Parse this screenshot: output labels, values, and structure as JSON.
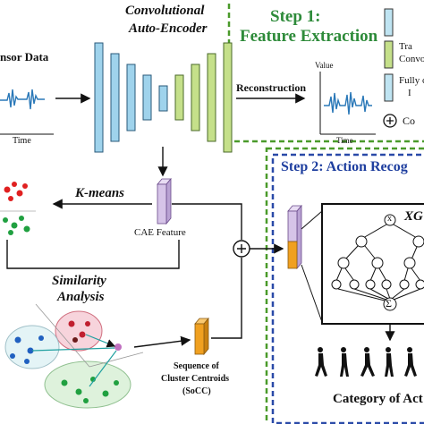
{
  "header": {
    "cae_title_line1": "Convolutional",
    "cae_title_line2": "Auto-Encoder",
    "step1_line1": "Step 1:",
    "step1_line2": "Feature Extraction",
    "step2_title": "Step 2: Action Recog"
  },
  "input": {
    "label": "nsor Data",
    "time_label": "Time"
  },
  "reconstruction": {
    "label": "Reconstruction",
    "value_label": "Value",
    "time_label": "Time"
  },
  "legend": {
    "items": [
      {
        "label": "",
        "color": "#bfe4f2"
      },
      {
        "label_line1": "Tra",
        "label_line2": "Convolu",
        "color": "#c5e08a"
      },
      {
        "label_line1": "Fully c",
        "label_line2": "I",
        "color": "#bfe4f2"
      },
      {
        "label": "Co",
        "symbol": "+"
      }
    ]
  },
  "middle": {
    "kmeans_label": "K-means",
    "cae_feature_label": "CAE Feature",
    "similarity_line1": "Similarity",
    "similarity_line2": "Analysis",
    "socc_line1": "Sequence of",
    "socc_line2": "Cluster Centroids",
    "socc_line3": "(SoCC)"
  },
  "xgb": {
    "label": "XG",
    "root_symbol": "x",
    "sum_symbol": "Σ"
  },
  "output": {
    "category_label": "Category of Act"
  },
  "colors": {
    "encoder_blue": "#9fd3ec",
    "decoder_green": "#c5e08a",
    "feature_purple": "#d6c4e8",
    "socc_orange": "#f0a020",
    "step1_border": "#4a9a2a",
    "step2_border": "#2a4aa8",
    "step1_text": "#2e8b3a",
    "step2_text": "#1f3f9f",
    "signal": "#2a78b8"
  }
}
